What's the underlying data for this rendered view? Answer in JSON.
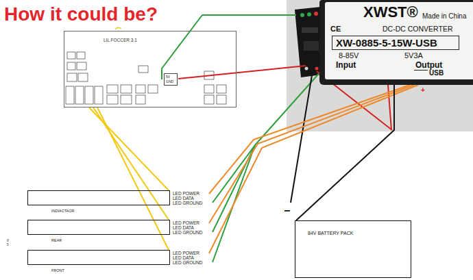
{
  "diagram": {
    "title": "How it could be?",
    "nodes": [
      {
        "text": [
          "LIL FOCCER 3.1"
        ]
      },
      {
        "text": [
          "5V",
          "GND"
        ],
        "in": 0
      },
      {
        "text": [
          "XWST®",
          "Made in China",
          "CE",
          "DC-DC CONVERTER",
          "XW-0885-5-15W-USB",
          "8-85V",
          "Input",
          "5V3A",
          "Output",
          "USB"
        ]
      },
      {
        "text": [
          "LED POWER",
          "LED DATA",
          "LED GROUND",
          "INDIACTAOR"
        ]
      },
      {
        "text": [
          "LED POWER",
          "LED DATA",
          "LED GROUND",
          "REAR"
        ]
      },
      {
        "text": [
          "LED POWER",
          "LED DATA",
          "LED GROUND",
          "FRONT"
        ]
      },
      {
        "text": [
          "84V BATTERY PACK"
        ]
      }
    ],
    "edges": [
      {
        "from": 0,
        "to": 3,
        "arrow": "none"
      },
      {
        "from": 0,
        "to": 4,
        "arrow": "none"
      },
      {
        "from": 0,
        "to": 5,
        "arrow": "none"
      },
      {
        "from": 2,
        "to": 3,
        "arrow": "none"
      },
      {
        "from": 2,
        "to": 4,
        "arrow": "none"
      },
      {
        "from": 2,
        "to": 5,
        "arrow": "none"
      },
      {
        "from": 2,
        "to": 6,
        "arrow": "none"
      }
    ],
    "labels": [
      "−",
      "+",
      "8 5"
    ]
  }
}
